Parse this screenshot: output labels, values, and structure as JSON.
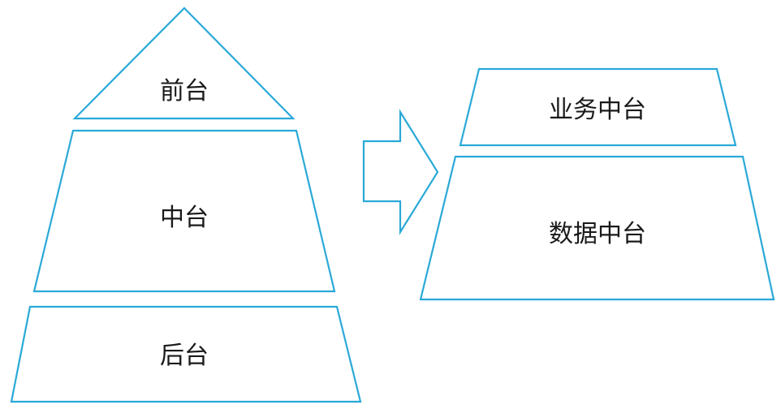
{
  "diagram": {
    "stroke_color": "#2aa9d8",
    "text_color": "#1a1a1a",
    "left_stack": {
      "top": "前台",
      "middle": "中台",
      "bottom": "后台"
    },
    "arrow": {
      "direction": "right"
    },
    "right_stack": {
      "top": "业务中台",
      "bottom": "数据中台"
    }
  }
}
